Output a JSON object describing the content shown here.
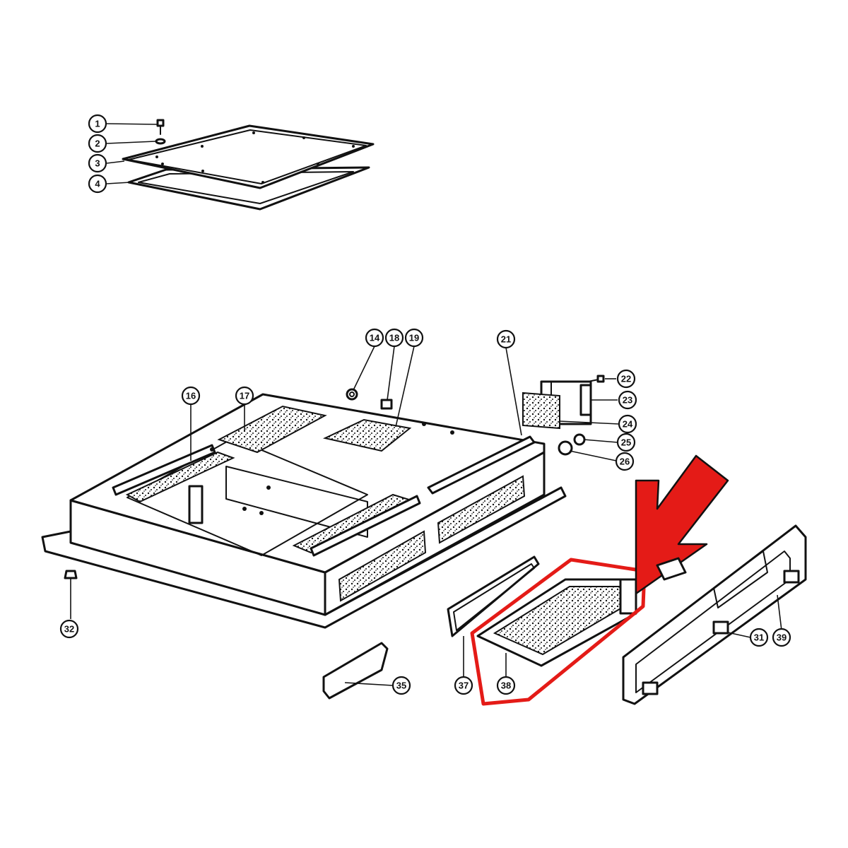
{
  "colors": {
    "line": "#111111",
    "background": "#ffffff",
    "highlight": "#e41b17"
  },
  "callouts": [
    {
      "id": "c1",
      "label": "1"
    },
    {
      "id": "c2",
      "label": "2"
    },
    {
      "id": "c3",
      "label": "3"
    },
    {
      "id": "c4",
      "label": "4"
    },
    {
      "id": "c14",
      "label": "14"
    },
    {
      "id": "c16",
      "label": "16"
    },
    {
      "id": "c17",
      "label": "17"
    },
    {
      "id": "c18",
      "label": "18"
    },
    {
      "id": "c19",
      "label": "19"
    },
    {
      "id": "c21",
      "label": "21"
    },
    {
      "id": "c22",
      "label": "22"
    },
    {
      "id": "c23",
      "label": "23"
    },
    {
      "id": "c24",
      "label": "24"
    },
    {
      "id": "c25",
      "label": "25"
    },
    {
      "id": "c26",
      "label": "26"
    },
    {
      "id": "c31",
      "label": "31"
    },
    {
      "id": "c32",
      "label": "32"
    },
    {
      "id": "c35",
      "label": "35"
    },
    {
      "id": "c37",
      "label": "37"
    },
    {
      "id": "c38",
      "label": "38"
    },
    {
      "id": "c39",
      "label": "39"
    }
  ],
  "highlight": {
    "part_label": "38",
    "indicator_icon": "arrow-icon"
  }
}
